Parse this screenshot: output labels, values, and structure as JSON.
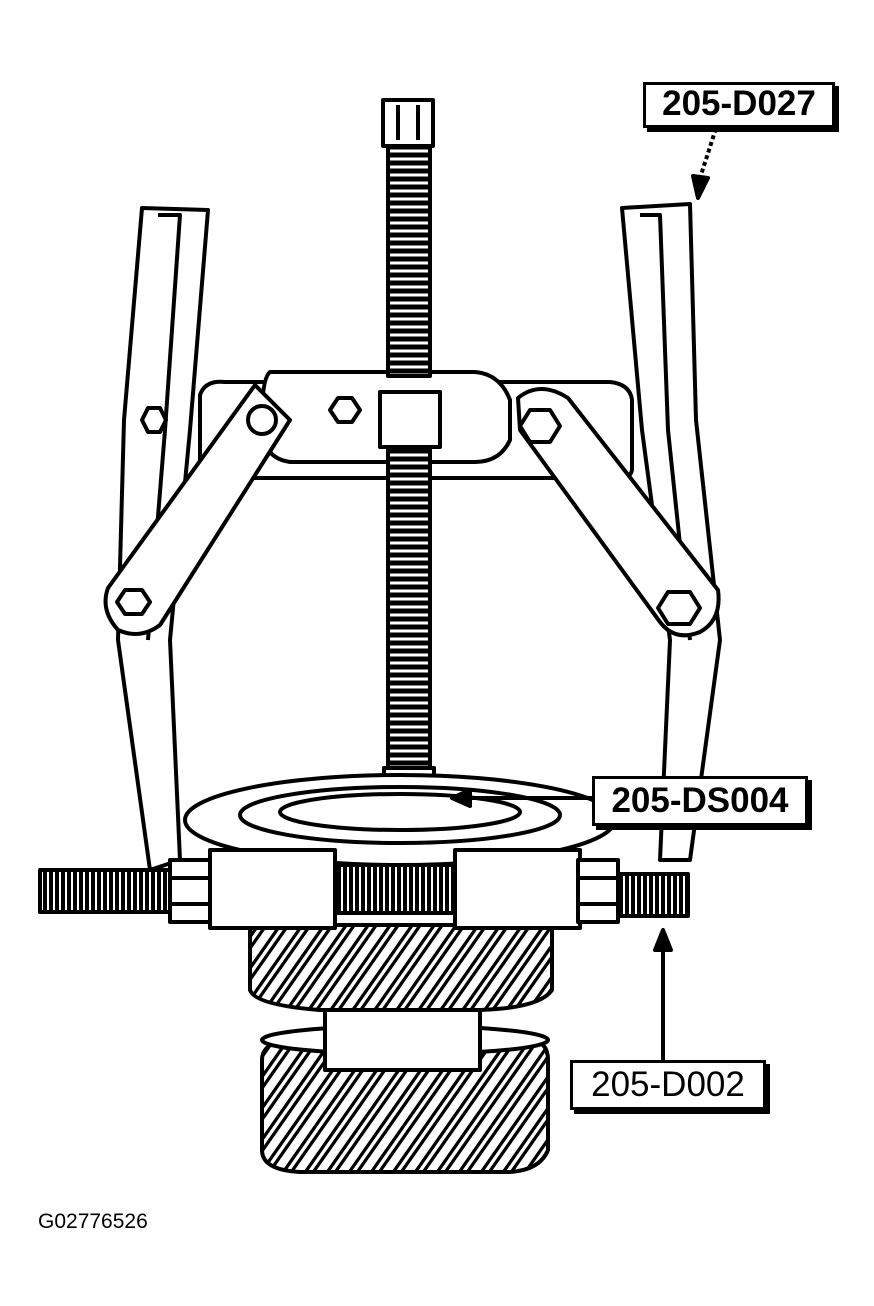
{
  "labels": {
    "tool_puller": "205-D027",
    "tool_adapter": "205-DS004",
    "tool_separator": "205-D002"
  },
  "figure_id": "G02776526",
  "colors": {
    "ink": "#000000",
    "paper": "#ffffff"
  }
}
